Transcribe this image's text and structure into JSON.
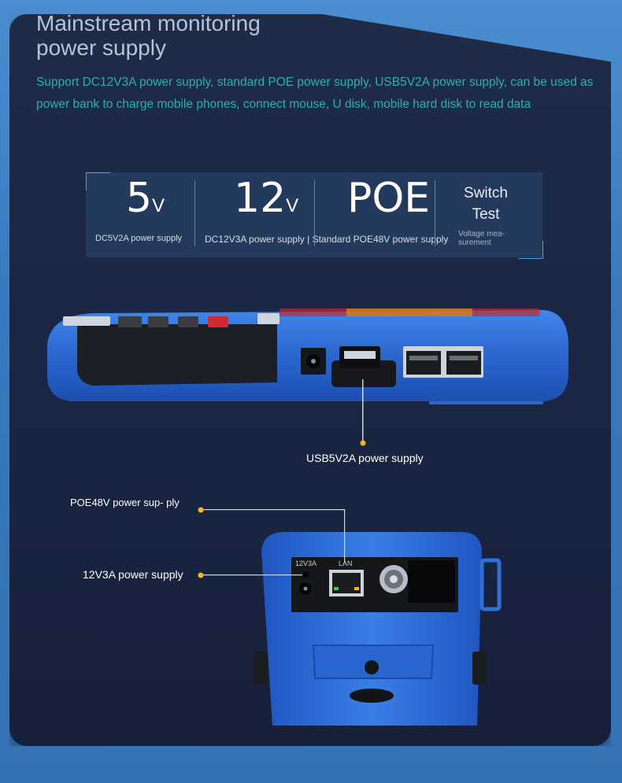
{
  "header": {
    "title": "Mainstream monitoring power supply",
    "subtitle": "Support DC12V3A power supply, standard POE power supply, USB5V2A power supply, can be used as power bank to charge mobile phones, connect mouse, U disk, mobile hard disk to read data"
  },
  "features": [
    {
      "big": "5",
      "unit": "V",
      "caption": "DC5V2A power supply"
    },
    {
      "big": "12",
      "unit": "V",
      "caption": "DC12V3A power supply"
    },
    {
      "big": "POE",
      "unit": "",
      "caption": "Standard POE48V power supply"
    },
    {
      "line1": "Switch",
      "line2": "Test",
      "caption": "Voltage mea- surement"
    }
  ],
  "caption_separator": "|",
  "callouts": {
    "usb": "USB5V2A power supply",
    "poe": "POE48V power sup- ply",
    "dc": "12V3A power supply"
  },
  "device_labels": {
    "port_12v": "12V3A",
    "port_lan": "LAN"
  },
  "colors": {
    "panel": "#1b2744",
    "accent_dot": "#f5b71c",
    "subtitle": "#2fb0a6",
    "device_blue": "#2f6fd6"
  }
}
